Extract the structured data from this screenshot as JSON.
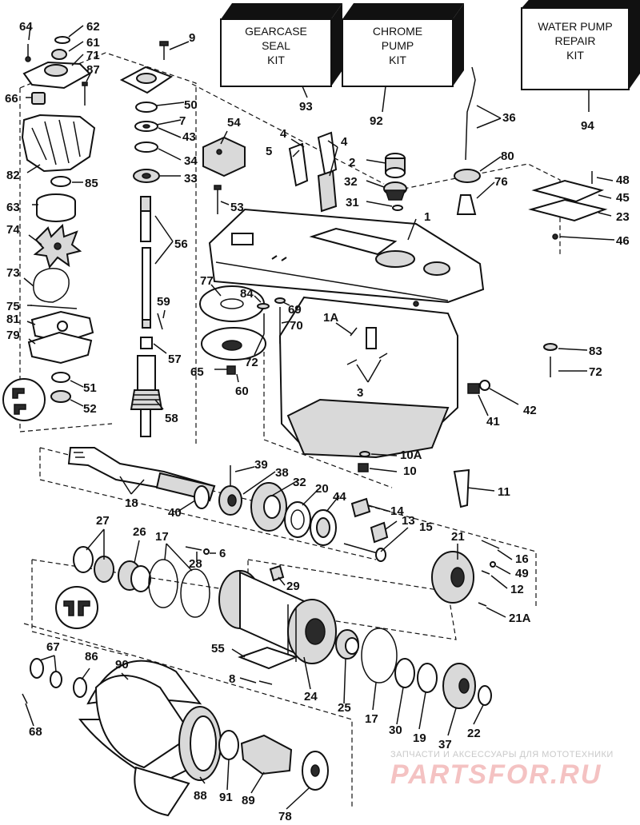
{
  "kits": [
    {
      "id": "kit-93",
      "lines": [
        "GEARCASE",
        "SEAL",
        "KIT"
      ]
    },
    {
      "id": "kit-92",
      "lines": [
        "CHROME",
        "PUMP",
        "KIT"
      ]
    },
    {
      "id": "kit-94",
      "lines": [
        "WATER PUMP",
        "REPAIR",
        "KIT"
      ]
    }
  ],
  "labels": {
    "l1": "1",
    "l1a": "1A",
    "l2": "2",
    "l3": "3",
    "l4a": "4",
    "l4b": "4",
    "l5": "5",
    "l6": "6",
    "l7": "7",
    "l8": "8",
    "l9": "9",
    "l10": "10",
    "l10a": "10A",
    "l11": "11",
    "l12": "12",
    "l13": "13",
    "l14": "14",
    "l15": "15",
    "l16": "16",
    "l17a": "17",
    "l17b": "17",
    "l18": "18",
    "l19": "19",
    "l20": "20",
    "l21": "21",
    "l21a": "21A",
    "l22": "22",
    "l23": "23",
    "l24": "24",
    "l25": "25",
    "l26": "26",
    "l27": "27",
    "l28": "28",
    "l29": "29",
    "l30": "30",
    "l31": "31",
    "l32a": "32",
    "l32b": "32",
    "l33": "33",
    "l34": "34",
    "l36": "36",
    "l37": "37",
    "l38": "38",
    "l39": "39",
    "l40": "40",
    "l41": "41",
    "l42": "42",
    "l43": "43",
    "l44": "44",
    "l45": "45",
    "l46": "46",
    "l48": "48",
    "l49": "49",
    "l50": "50",
    "l51": "51",
    "l52": "52",
    "l53": "53",
    "l54": "54",
    "l55": "55",
    "l56": "56",
    "l57": "57",
    "l58": "58",
    "l59": "59",
    "l60": "60",
    "l61": "61",
    "l62": "62",
    "l63": "63",
    "l64": "64",
    "l65": "65",
    "l66": "66",
    "l67": "67",
    "l68": "68",
    "l69": "69",
    "l70": "70",
    "l71": "71",
    "l72a": "72",
    "l72b": "72",
    "l73": "73",
    "l74": "74",
    "l75": "75",
    "l76": "76",
    "l77": "77",
    "l78": "78",
    "l79": "79",
    "l80": "80",
    "l81": "81",
    "l82": "82",
    "l83": "83",
    "l84": "84",
    "l85": "85",
    "l86": "86",
    "l87": "87",
    "l88": "88",
    "l89": "89",
    "l90": "90",
    "l91": "91",
    "l92": "92",
    "l93": "93",
    "l94": "94"
  },
  "watermark": {
    "tagline": "ЗАПЧАСТИ И АКСЕССУАРЫ ДЛЯ МОТОТЕХНИКИ",
    "brand": "PARTSFOR.RU"
  }
}
